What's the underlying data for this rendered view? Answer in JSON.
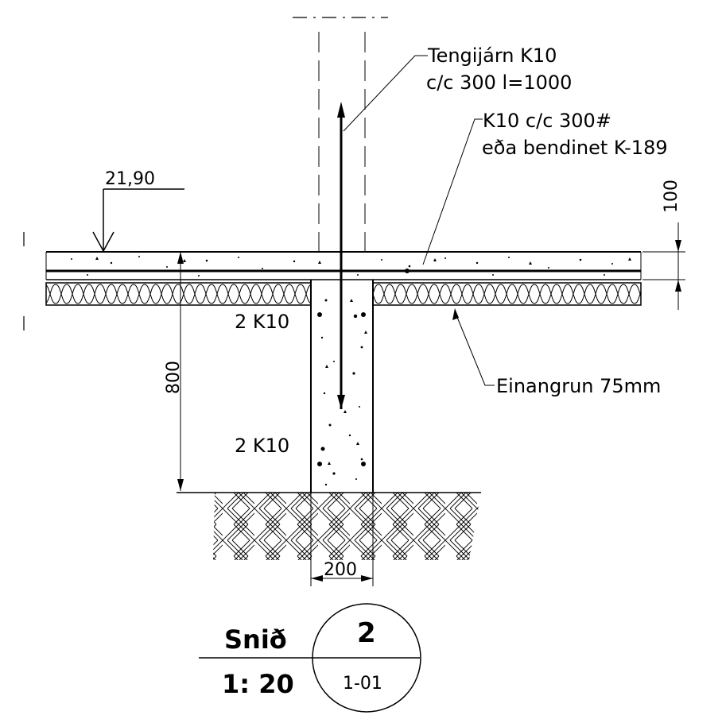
{
  "annotations": {
    "connecting_rebar_line1": "Tengijárn K10",
    "connecting_rebar_line2": "c/c 300 l=1000",
    "slab_mesh_line1": "K10 c/c 300#",
    "slab_mesh_line2": "eða bendinet K-189",
    "insulation": "Einangrun 75mm",
    "beam_rebar_top": "2 K10",
    "beam_rebar_bottom": "2 K10"
  },
  "dimensions": {
    "level": "21,90",
    "slab_thickness": "100",
    "beam_depth": "800",
    "beam_width": "200"
  },
  "title_block": {
    "label": "Snið",
    "scale": "1: 20",
    "section_number": "2",
    "sheet_ref": "1-01"
  }
}
